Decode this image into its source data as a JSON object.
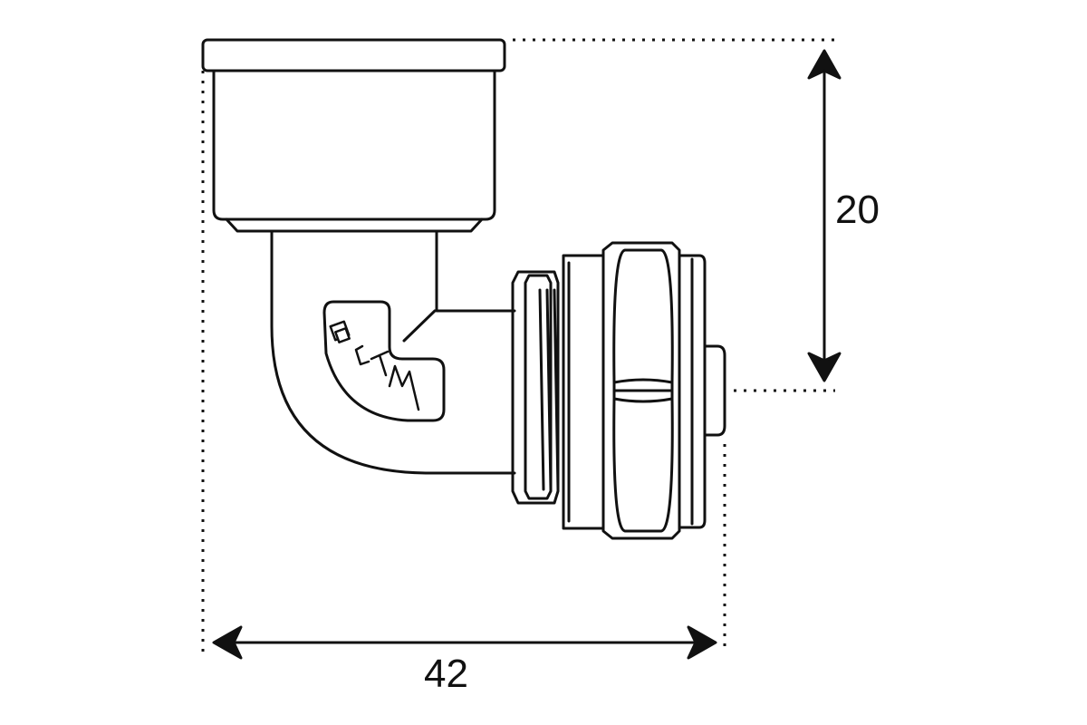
{
  "dimensions": {
    "height_label": "20",
    "width_label": "42"
  },
  "logo": {
    "text": "CTM"
  },
  "colors": {
    "line": "#111111",
    "background": "#ffffff"
  }
}
